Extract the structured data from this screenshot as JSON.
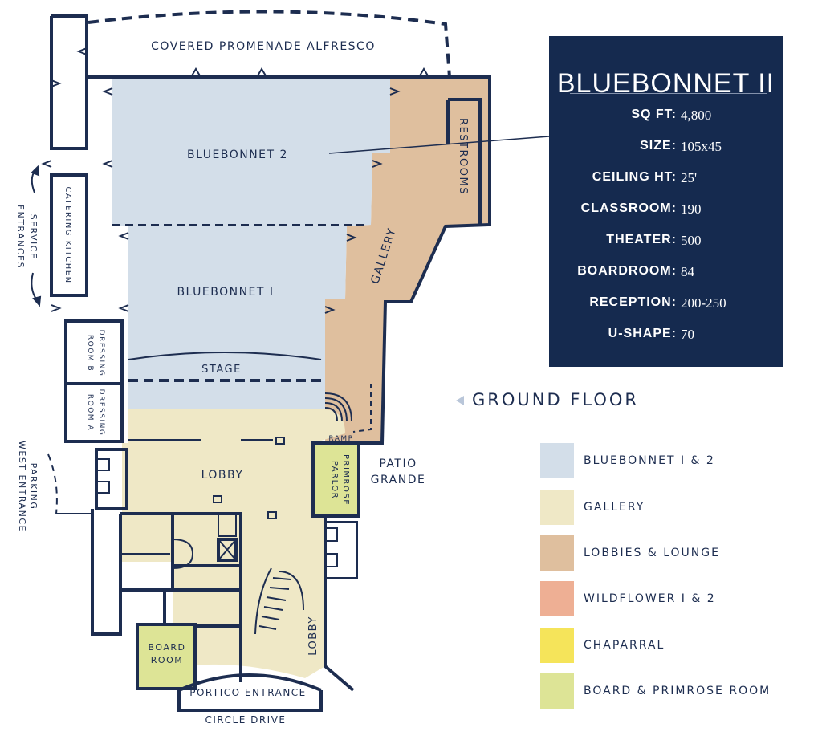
{
  "room": {
    "title": "BLUEBONNET II",
    "specs": [
      {
        "label": "SQ FT:",
        "value": "4,800"
      },
      {
        "label": "SIZE:",
        "value": "105x45"
      },
      {
        "label": "CEILING HT:",
        "value": "25'"
      },
      {
        "label": "CLASSROOM:",
        "value": "190"
      },
      {
        "label": "THEATER:",
        "value": "500"
      },
      {
        "label": "BOARDROOM:",
        "value": "84"
      },
      {
        "label": "RECEPTION:",
        "value": "200-250"
      },
      {
        "label": "U-SHAPE:",
        "value": "70"
      }
    ]
  },
  "floor": "GROUND FLOOR",
  "legend": [
    {
      "label": "BLUEBONNET I & 2",
      "color": "#d3dee9"
    },
    {
      "label": "GALLERY",
      "color": "#efe8c6"
    },
    {
      "label": "LOBBIES & LOUNGE",
      "color": "#dfbf9e"
    },
    {
      "label": "WILDFLOWER I & 2",
      "color": "#eeaf94"
    },
    {
      "label": "CHAPARRAL",
      "color": "#f5e45a"
    },
    {
      "label": "BOARD & PRIMROSE ROOM",
      "color": "#dde496"
    }
  ],
  "map_labels": {
    "promenade": "COVERED PROMENADE ALFRESCO",
    "bluebonnet2": "BLUEBONNET 2",
    "bluebonnet1": "BLUEBONNET I",
    "stage": "STAGE",
    "gallery": "GALLERY",
    "restrooms": "RESTROOMS",
    "catering": "CATERING KITCHEN",
    "service_line1": "SERVICE",
    "service_line2": "ENTRANCES",
    "dressing_b_line1": "DRESSING",
    "dressing_b_line2": "ROOM B",
    "dressing_a_line1": "DRESSING",
    "dressing_a_line2": "ROOM A",
    "ramp": "RAMP",
    "lobby_main": "LOBBY",
    "primrose_line1": "PRIMROSE",
    "primrose_line2": "PARLOR",
    "patio_line1": "PATIO",
    "patio_line2": "GRANDE",
    "parking_line1": "PARKING",
    "parking_line2": "WEST ENTRANCE",
    "board_line1": "BOARD",
    "board_line2": "ROOM",
    "lobby_south": "LOBBY",
    "portico": "PORTICO ENTRANCE",
    "circle_drive": "CIRCLE DRIVE"
  }
}
